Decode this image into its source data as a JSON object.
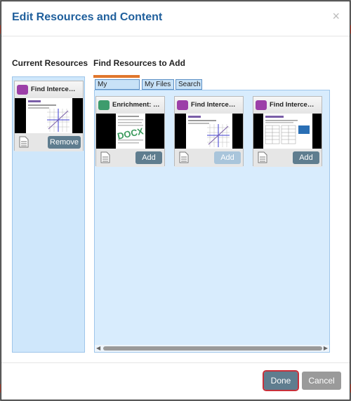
{
  "dialog": {
    "title": "Edit Resources and Content",
    "close_glyph": "×"
  },
  "current": {
    "heading": "Current Resources",
    "items": [
      {
        "title": "Find Interce…",
        "icon": "chat-bubble-icon",
        "button": "Remove"
      }
    ]
  },
  "find": {
    "heading": "Find Resources to Add",
    "tabs": [
      "My Favorites",
      "My Files",
      "Search"
    ],
    "active_tab": "My Favorites",
    "items": [
      {
        "title": "Enrichment: …",
        "icon": "document-icon",
        "thumb_label": "DOCX",
        "button": "Add",
        "enabled": true
      },
      {
        "title": "Find Interce…",
        "icon": "chat-bubble-icon",
        "button": "Add",
        "enabled": false
      },
      {
        "title": "Find Interce…",
        "icon": "chat-bubble-icon",
        "button": "Add",
        "enabled": true
      }
    ]
  },
  "footer": {
    "done_label": "Done",
    "cancel_label": "Cancel"
  },
  "colors": {
    "title": "#1f5f9c",
    "accent_orange": "#e0772d",
    "panel_blue": "#d8ecfd",
    "button_primary": "#5f7d8f",
    "button_secondary": "#9a9a9a",
    "focus_outline": "#c8303a"
  }
}
